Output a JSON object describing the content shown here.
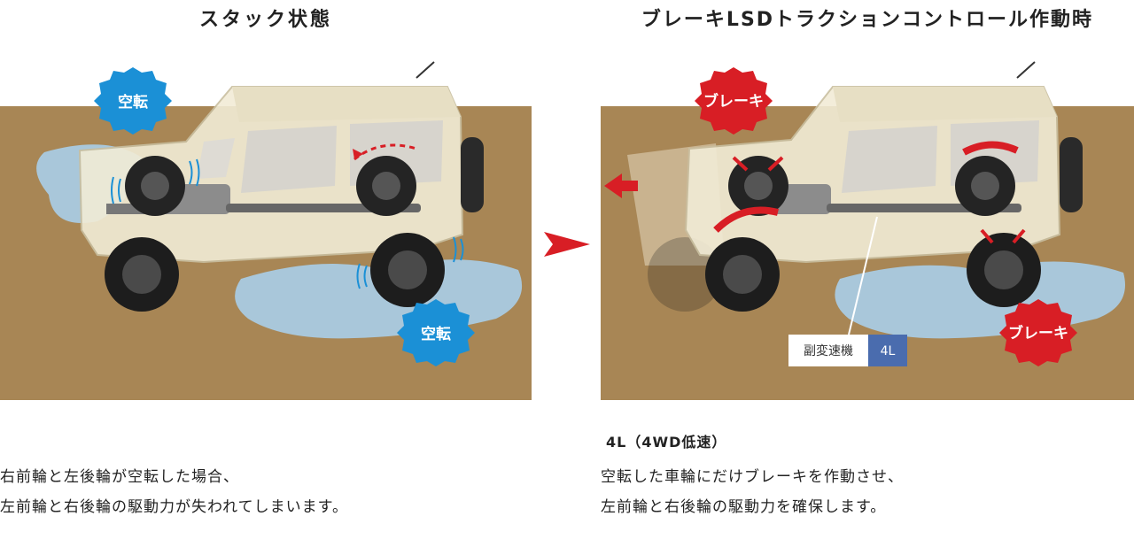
{
  "left_panel": {
    "title": "スタック状態",
    "badge_top": "空転",
    "badge_bottom": "空転",
    "caption_lines": [
      "右前輪と左後輪が空転した場合、",
      "左前輪と右後輪の駆動力が失われてしまいます。"
    ]
  },
  "right_panel": {
    "title": "ブレーキLSDトラクションコントロール作動時",
    "badge_top": "ブレーキ",
    "badge_bottom": "ブレーキ",
    "transfer_label": "副変速機",
    "transfer_value": "4L",
    "heading": "4L（4WD低速）",
    "caption_lines": [
      "空転した車輪にだけブレーキを作動させ、",
      "左前輪と右後輪の駆動力を確保します。"
    ]
  },
  "colors": {
    "ground": "#a88655",
    "water": "#a9cde6",
    "spin_badge": "#1b90d6",
    "brake_badge": "#d81e25",
    "body": "#f2ecd6",
    "transfer_box": "#4a6cae",
    "arrow": "#d81e25"
  }
}
